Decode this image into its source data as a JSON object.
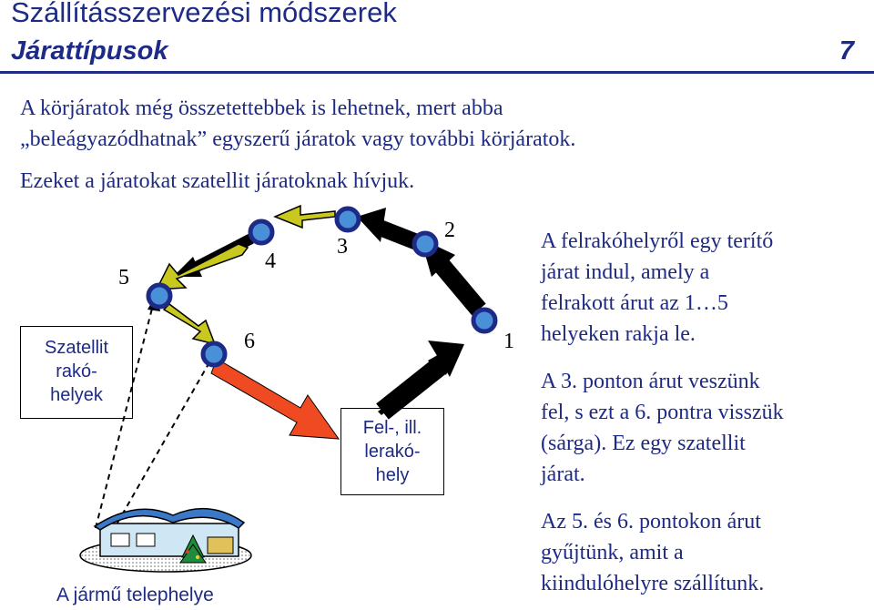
{
  "header": {
    "title": "Szállításszervezési módszerek",
    "subtitle": "Járattípusok",
    "page_number": "7"
  },
  "intro": {
    "line1": "A körjáratok még összetettebbek is lehetnek, mert abba",
    "line2": "„beleágyazódhatnak” egyszerű járatok vagy további körjáratok.",
    "line3": "Ezeket a járatokat szatellit járatoknak hívjuk."
  },
  "diagram": {
    "satellite_box": [
      "Szatellit",
      "rakó-",
      "helyek"
    ],
    "loading_box": [
      "Fel-, ill.",
      "lerakó-",
      "hely"
    ],
    "depot_caption": "A jármű telephelye",
    "point_labels": {
      "p1": "1",
      "p2": "2",
      "p3": "3",
      "p4": "4",
      "p5": "5",
      "p6": "6"
    },
    "colors": {
      "black_route": "#000000",
      "yellow_route": "#c8c81e",
      "red_route": "#f04a22",
      "node_fill": "#4a90d9"
    }
  },
  "right_text": {
    "block1": [
      "A felrakóhelyről egy terítő",
      "járat indul, amely a",
      "felrakott árut az 1…5",
      "helyeken rakja le."
    ],
    "block2": [
      "A 3. ponton árut veszünk",
      "fel, s ezt a 6. pontra visszük",
      "(sárga). Ez egy szatellit",
      "járat."
    ],
    "block3": [
      "Az 5. és 6. pontokon árut",
      "gyűjtünk, amit a",
      "kiindulóhelyre szállítunk."
    ]
  }
}
